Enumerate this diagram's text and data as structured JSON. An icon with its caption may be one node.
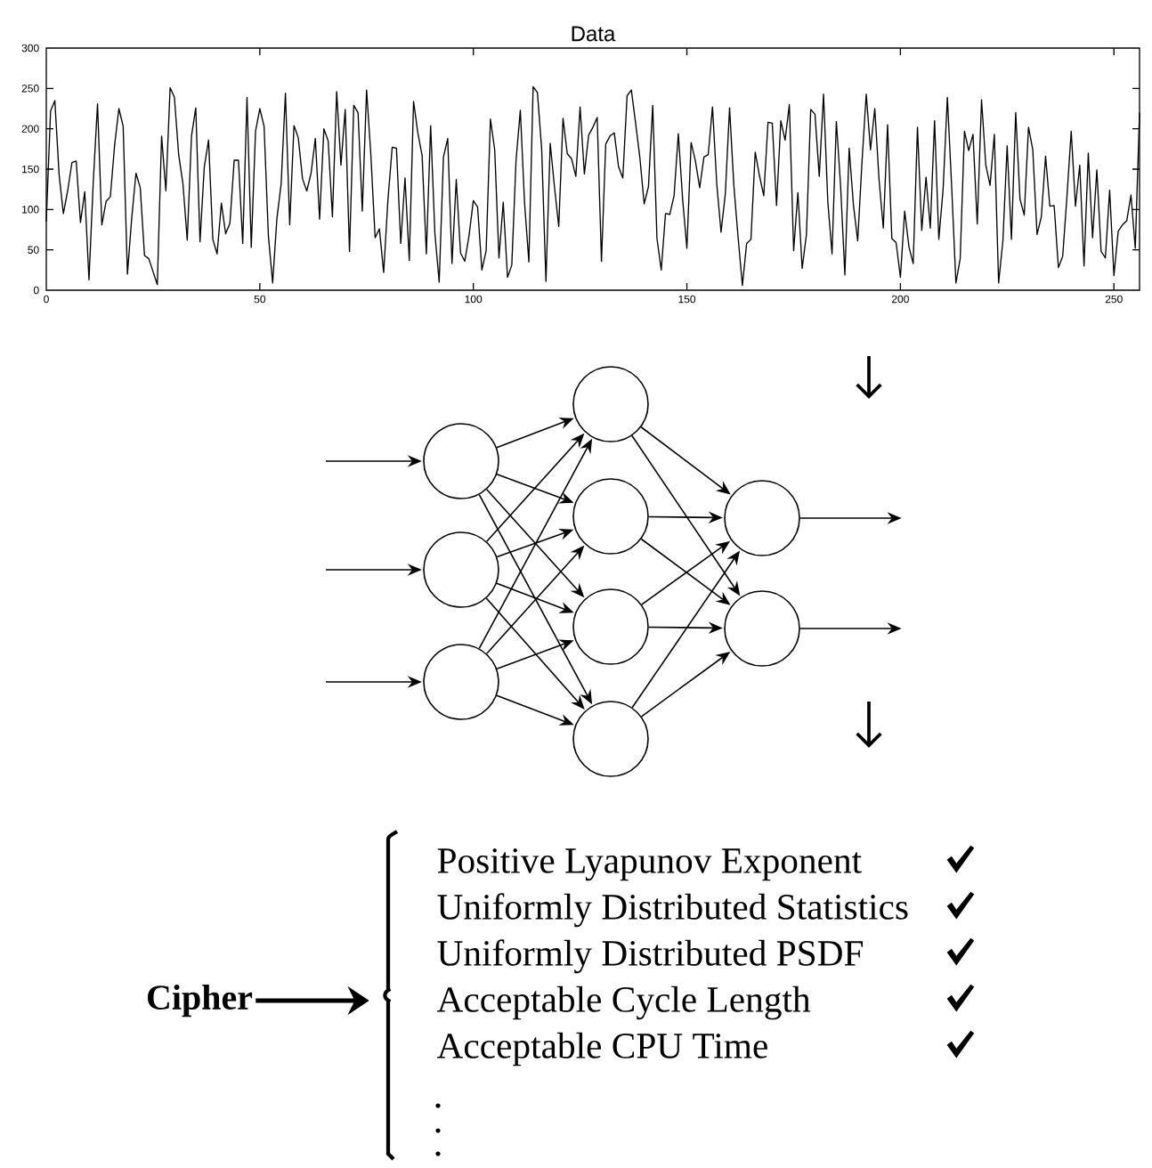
{
  "diagram": {
    "nodes": [
      {
        "text": [],
        "shape": "circle"
      },
      {
        "text": [],
        "shape": "circle"
      },
      {
        "text": [],
        "shape": "circle"
      },
      {
        "text": [],
        "shape": "circle"
      },
      {
        "text": [],
        "shape": "circle"
      },
      {
        "text": [],
        "shape": "circle"
      },
      {
        "text": [],
        "shape": "circle"
      },
      {
        "text": [],
        "shape": "circle"
      },
      {
        "text": [],
        "shape": "circle"
      },
      {
        "text": [
          "Cipher"
        ]
      },
      {
        "text": [
          "Positive Lyapunov Exponent",
          "Uniformly Distributed Statistics",
          "Uniformly Distributed PSDF",
          "Acceptable Cycle Length",
          "Acceptable CPU Time"
        ]
      }
    ],
    "edges": [
      {
        "from": null,
        "to": 0,
        "arrow": "to"
      },
      {
        "from": null,
        "to": 1,
        "arrow": "to"
      },
      {
        "from": null,
        "to": 2,
        "arrow": "to"
      },
      {
        "from": 0,
        "to": 3,
        "arrow": "to"
      },
      {
        "from": 0,
        "to": 4,
        "arrow": "to"
      },
      {
        "from": 0,
        "to": 5,
        "arrow": "to"
      },
      {
        "from": 0,
        "to": 6,
        "arrow": "to"
      },
      {
        "from": 1,
        "to": 3,
        "arrow": "to"
      },
      {
        "from": 1,
        "to": 4,
        "arrow": "to"
      },
      {
        "from": 1,
        "to": 5,
        "arrow": "to"
      },
      {
        "from": 1,
        "to": 6,
        "arrow": "to"
      },
      {
        "from": 2,
        "to": 3,
        "arrow": "to"
      },
      {
        "from": 2,
        "to": 4,
        "arrow": "to"
      },
      {
        "from": 2,
        "to": 5,
        "arrow": "to"
      },
      {
        "from": 2,
        "to": 6,
        "arrow": "to"
      },
      {
        "from": 3,
        "to": 7,
        "arrow": "to"
      },
      {
        "from": 3,
        "to": 8,
        "arrow": "to"
      },
      {
        "from": 4,
        "to": 7,
        "arrow": "to"
      },
      {
        "from": 4,
        "to": 8,
        "arrow": "to"
      },
      {
        "from": 5,
        "to": 7,
        "arrow": "to"
      },
      {
        "from": 5,
        "to": 8,
        "arrow": "to"
      },
      {
        "from": 6,
        "to": 7,
        "arrow": "to"
      },
      {
        "from": 6,
        "to": 8,
        "arrow": "to"
      },
      {
        "from": 7,
        "to": null,
        "arrow": "to"
      },
      {
        "from": 8,
        "to": null,
        "arrow": "to"
      },
      {
        "from": 9,
        "to": 10,
        "arrow": "to",
        "style": "thick"
      }
    ],
    "labels": [
      "Data",
      "300",
      "250",
      "200",
      "150",
      "100",
      "50",
      "0",
      "0",
      "50",
      "100",
      "150",
      "200",
      "250"
    ]
  }
}
